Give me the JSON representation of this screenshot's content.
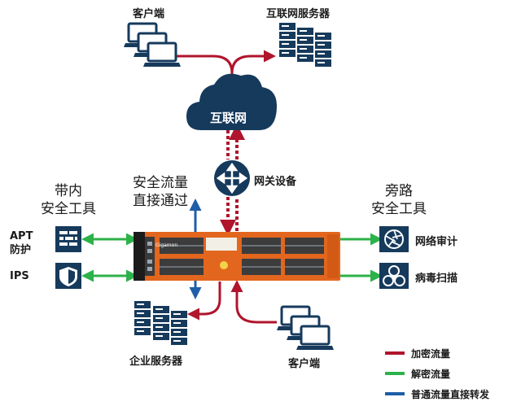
{
  "labels": {
    "client_top": "客户端",
    "internet_servers": "互联网服务器",
    "internet": "互联网",
    "gateway": "网关设备",
    "passthrough_line1": "安全流量",
    "passthrough_line2": "直接通过",
    "inline_line1": "带内",
    "inline_line2": "安全工具",
    "apt_line1": "APT",
    "apt_line2": "防护",
    "ips": "IPS",
    "outofband_line1": "旁路",
    "outofband_line2": "安全工具",
    "network_audit": "网络审计",
    "antivirus": "病毒扫描",
    "enterprise_servers": "企业服务器",
    "client_bottom": "客户端",
    "device_brand": "Gigamon"
  },
  "legend": [
    {
      "label": "加密流量",
      "color": "#b0152c"
    },
    {
      "label": "解密流量",
      "color": "#2db24a"
    },
    {
      "label": "普通流量直接转发",
      "color": "#1f5ea8"
    }
  ],
  "colors": {
    "navy": "#163a5c",
    "device_orange": "#e3661e",
    "encrypted": "#b0152c",
    "decrypted": "#2db24a",
    "plain": "#1f5ea8"
  },
  "icons": [
    "laptop-group-icon",
    "server-rack-icon",
    "cloud-icon",
    "router-icon",
    "firewall-icon",
    "shield-icon",
    "aperture-icon",
    "biohazard-icon"
  ]
}
